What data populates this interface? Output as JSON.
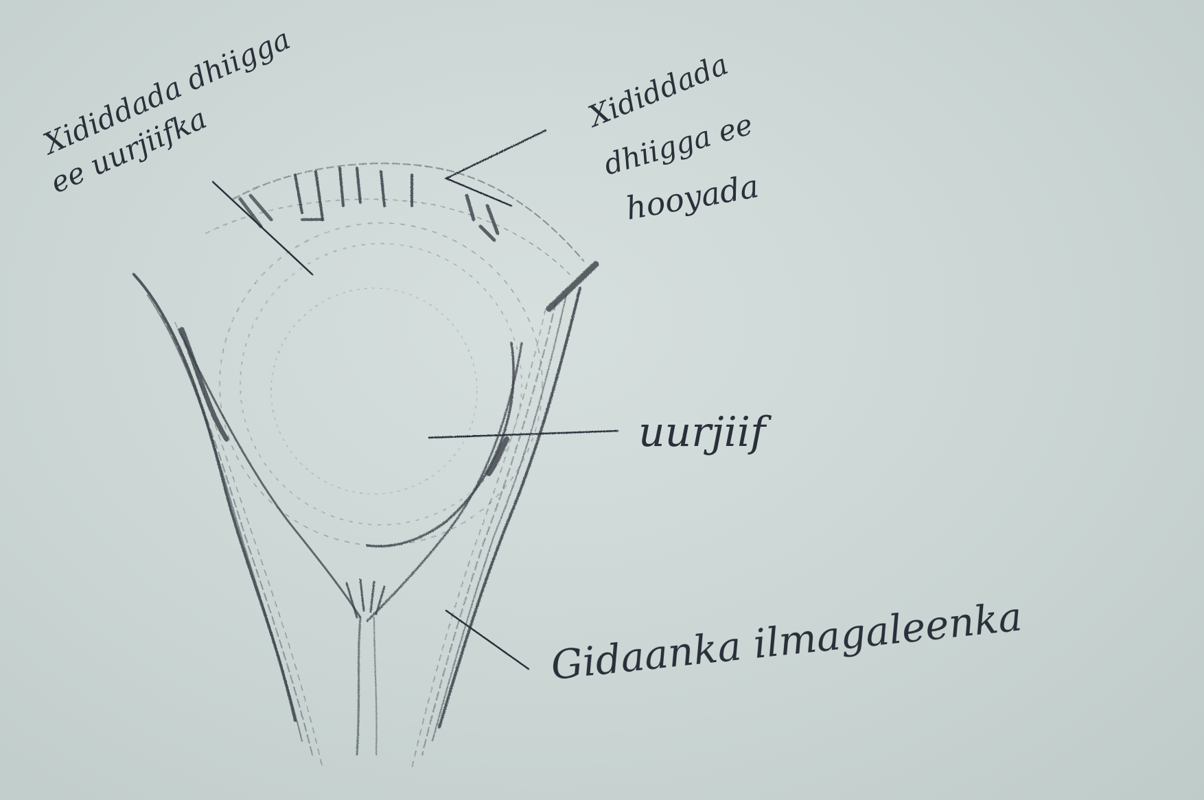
{
  "labels": {
    "top_left_line1": "Xididdada dhiigga",
    "top_left_line2": "ee uurjiifka",
    "top_right_line1": "Xididdada",
    "top_right_line2": "dhiigga ee",
    "top_right_line3": "hooyada",
    "middle": "uurjiif",
    "bottom": "Gidaanka ilmagaleenka"
  },
  "colors": {
    "paper": "#cbd6d4",
    "ink": "#2a2f3a",
    "pencil": "#3b4048"
  }
}
